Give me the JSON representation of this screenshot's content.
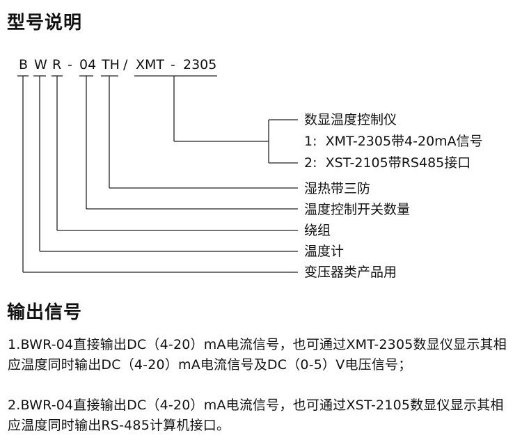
{
  "headings": {
    "model": "型号说明",
    "output": "输出信号"
  },
  "model_code": {
    "parts": [
      "B",
      "W",
      "R",
      "-",
      "04",
      "TH",
      "/",
      "XMT",
      "-",
      "2305"
    ]
  },
  "descriptions": {
    "controller": "数显温度控制仪",
    "option1": "1:  XMT-2305带4-20mA信号",
    "option2": "2:  XST-2105带RS485接口",
    "th": "湿热带三防",
    "count": "温度控制开关数量",
    "winding": "绕组",
    "thermometer": "温度计",
    "product": "变压器类产品用"
  },
  "output": {
    "para1": "1.BWR-04直接输出DC（4-20）mA电流信号，也可通过XMT-2305数显仪显示其相应温度同时输出DC（4-20）mA电流信号及DC（0-5）V电压信号；",
    "para2": "2.BWR-04直接输出DC（4-20）mA电流信号，也可通过XST-2105数显仪显示其相应温度同时输出RS-485计算机接口。"
  }
}
